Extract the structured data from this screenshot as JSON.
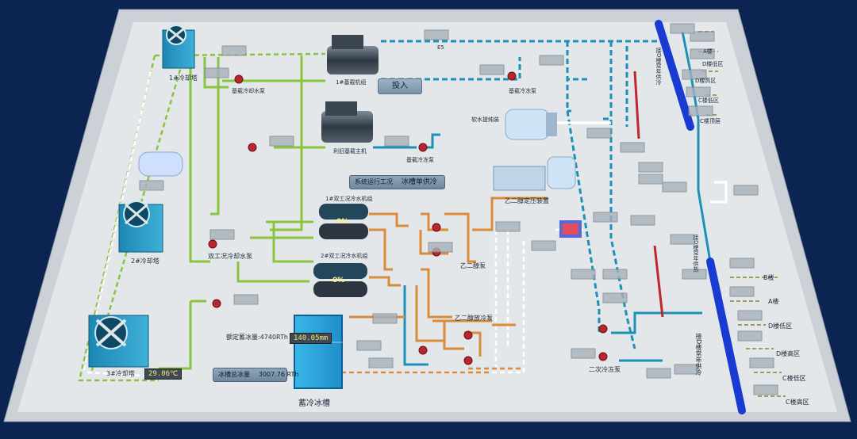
{
  "buttons": {
    "run_label": "投入"
  },
  "panels": {
    "mode_label": "系统运行工况",
    "mode_value": "冰槽单供冷",
    "ice_total_label": "冰槽总冰量",
    "ice_total_value": "3007.76 RTh"
  },
  "readouts": {
    "tower_temp": "29.06℃",
    "tank_level": "140.05mm",
    "chiller1_load": "0%",
    "chiller2_load": "0%",
    "rated_ice_capacity": "额定蓄冰量:4740RTh"
  },
  "equipment_labels": {
    "tower1": "1#冷却塔",
    "tower2": "2#冷却塔",
    "tower3": "3#冷却塔",
    "base_chiller1": "1#基载机组",
    "old_base_chiller": "利旧基载主机",
    "base_cool_pump1": "基载冷却水泵",
    "base_freeze_pump1": "基载冷冻泵",
    "base_freeze_pump2": "基载冷冻泵",
    "dual_chiller1": "1#双工况冷水机组",
    "dual_chiller2": "2#双工况冷水机组",
    "dual_cool_pump": "双工况冷却水泵",
    "glycol_pump": "乙二醇泵",
    "glycol_release_pump": "乙二醇放冷泵",
    "glycol_pressure": "乙二醇定压装置",
    "secondary_pump": "二次冷冻泵",
    "ice_tank": "蓄冷冰槽",
    "softener": "软水提纯装",
    "pipe_tag_e5": "E5"
  },
  "zone_labels": {
    "b_bldg": "B楼",
    "a_bldg": "A楼",
    "d_low": "D楼低区",
    "d_high": "D楼高区",
    "c_low": "C楼低区",
    "c_high": "C楼高区",
    "top_a": "A楼",
    "top_d_low": "D楼低区",
    "top_d_high": "D楼高区",
    "top_c_low": "C楼低区",
    "top_c_top": "C楼顶层",
    "return_d_year1": "接D楼常年供冷",
    "return_d_year2": "接D楼常年供热",
    "return_d_year3": "接D楼常年供冷"
  },
  "colors": {
    "background": "#0b2452",
    "floor": "#e3e7ea",
    "wall": "#cfd5da",
    "cooling_water": "#8ac43f",
    "chilled_water": "#1d90b8",
    "glycol": "#d98b3a",
    "supply_main": "#1a3bd1",
    "hot_water": "#c0262c",
    "dashed": "#ffffff"
  }
}
